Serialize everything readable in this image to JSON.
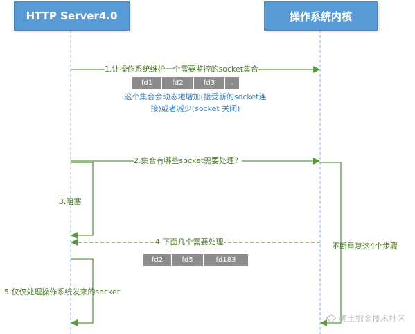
{
  "actors": {
    "left": "HTTP   Server4.0",
    "right": "操作系统内核"
  },
  "messages": {
    "m1": "1.让操作系统维护一个需要监控的socket集合",
    "m2": "2.集合有哪些socket需要处理？",
    "m3": "3.阻塞",
    "m4": "4.下面几个需要处理",
    "m5": "5.仅仅处理操作系统发来的socket",
    "loop": "不断重复这4个步骤"
  },
  "fd_set_1": [
    "fd1",
    "fd2",
    "fd3",
    "."
  ],
  "fd_set_2": [
    "fd2",
    "fd5",
    "fd183"
  ],
  "note": {
    "line1": "这个集合会动态地增加(接受新的socket连",
    "line2": "接)或者减少(socket 关闭)"
  },
  "watermark": "稀土掘金技术社区",
  "colors": {
    "actor_fill": "#5b9bd5",
    "arrow_green": "#5a9a3a",
    "note_blue": "#3b7fc0",
    "fd_gray": "#8c8c8c"
  }
}
